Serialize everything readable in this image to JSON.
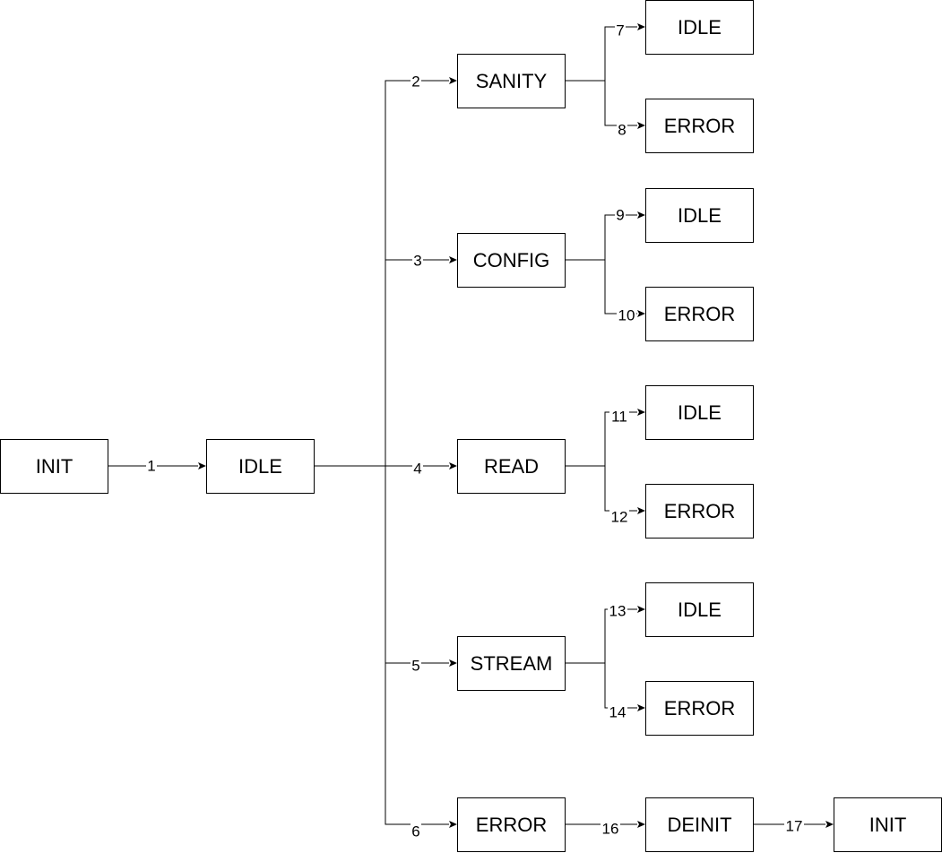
{
  "diagram": {
    "nodes": [
      {
        "id": "init-start",
        "label": "INIT"
      },
      {
        "id": "idle-main",
        "label": "IDLE"
      },
      {
        "id": "sanity",
        "label": "SANITY"
      },
      {
        "id": "config",
        "label": "CONFIG"
      },
      {
        "id": "read",
        "label": "READ"
      },
      {
        "id": "stream",
        "label": "STREAM"
      },
      {
        "id": "error-main",
        "label": "ERROR"
      },
      {
        "id": "sanity-idle",
        "label": "IDLE"
      },
      {
        "id": "sanity-error",
        "label": "ERROR"
      },
      {
        "id": "config-idle",
        "label": "IDLE"
      },
      {
        "id": "config-error",
        "label": "ERROR"
      },
      {
        "id": "read-idle",
        "label": "IDLE"
      },
      {
        "id": "read-error",
        "label": "ERROR"
      },
      {
        "id": "stream-idle",
        "label": "IDLE"
      },
      {
        "id": "stream-error",
        "label": "ERROR"
      },
      {
        "id": "deinit",
        "label": "DEINIT"
      },
      {
        "id": "init-end",
        "label": "INIT"
      }
    ],
    "edges": [
      {
        "from": "init-start",
        "to": "idle-main",
        "label": "1"
      },
      {
        "from": "idle-main",
        "to": "sanity",
        "label": "2"
      },
      {
        "from": "idle-main",
        "to": "config",
        "label": "3"
      },
      {
        "from": "idle-main",
        "to": "read",
        "label": "4"
      },
      {
        "from": "idle-main",
        "to": "stream",
        "label": "5"
      },
      {
        "from": "idle-main",
        "to": "error-main",
        "label": "6"
      },
      {
        "from": "sanity",
        "to": "sanity-idle",
        "label": "7"
      },
      {
        "from": "sanity",
        "to": "sanity-error",
        "label": "8"
      },
      {
        "from": "config",
        "to": "config-idle",
        "label": "9"
      },
      {
        "from": "config",
        "to": "config-error",
        "label": "10"
      },
      {
        "from": "read",
        "to": "read-idle",
        "label": "11"
      },
      {
        "from": "read",
        "to": "read-error",
        "label": "12"
      },
      {
        "from": "stream",
        "to": "stream-idle",
        "label": "13"
      },
      {
        "from": "stream",
        "to": "stream-error",
        "label": "14"
      },
      {
        "from": "error-main",
        "to": "deinit",
        "label": "16"
      },
      {
        "from": "deinit",
        "to": "init-end",
        "label": "17"
      }
    ]
  }
}
